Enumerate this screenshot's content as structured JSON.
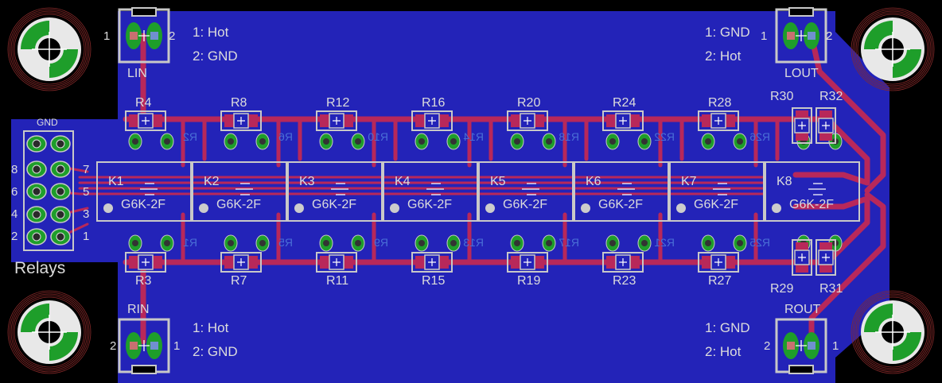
{
  "board": {
    "colors": {
      "background": "#000000",
      "copper_fill": "#2323b8",
      "trace": "#b8285a",
      "silk": "#c8c8c8",
      "pad": "#1e9e2a",
      "mirror_text": "#4a6fd6"
    },
    "relays_label": "Relays",
    "header": {
      "gnd_label": "GND",
      "left_pins": [
        "8",
        "6",
        "4",
        "2"
      ],
      "right_pins": [
        "7",
        "5",
        "3",
        "1"
      ]
    },
    "connectors": {
      "lin": {
        "name": "LIN",
        "pin_a": "1",
        "pin_b": "2",
        "desc1": "1: Hot",
        "desc2": "2: GND"
      },
      "lout": {
        "name": "LOUT",
        "pin_a": "1",
        "pin_b": "2",
        "desc1": "1: GND",
        "desc2": "2: Hot"
      },
      "rin": {
        "name": "RIN",
        "pin_a": "2",
        "pin_b": "1",
        "desc1": "1: Hot",
        "desc2": "2: GND"
      },
      "rout": {
        "name": "ROUT",
        "pin_a": "2",
        "pin_b": "1",
        "desc1": "1: GND",
        "desc2": "2: Hot"
      }
    },
    "relay_part": "G6K-2F",
    "relays": [
      "K1",
      "K2",
      "K3",
      "K4",
      "K5",
      "K6",
      "K7",
      "K8"
    ],
    "top_resistors": [
      "R4",
      "R8",
      "R12",
      "R16",
      "R20",
      "R24",
      "R28"
    ],
    "top_mirrored": [
      "R2",
      "R6",
      "R10",
      "R14",
      "R18",
      "R22",
      "R26"
    ],
    "bottom_resistors": [
      "R3",
      "R7",
      "R11",
      "R15",
      "R19",
      "R23",
      "R27"
    ],
    "bottom_mirrored": [
      "R1",
      "R5",
      "R9",
      "R13",
      "R17",
      "R21",
      "R25"
    ],
    "right_top_resistors": [
      "R30",
      "R32"
    ],
    "right_bottom_resistors": [
      "R29",
      "R31"
    ]
  }
}
